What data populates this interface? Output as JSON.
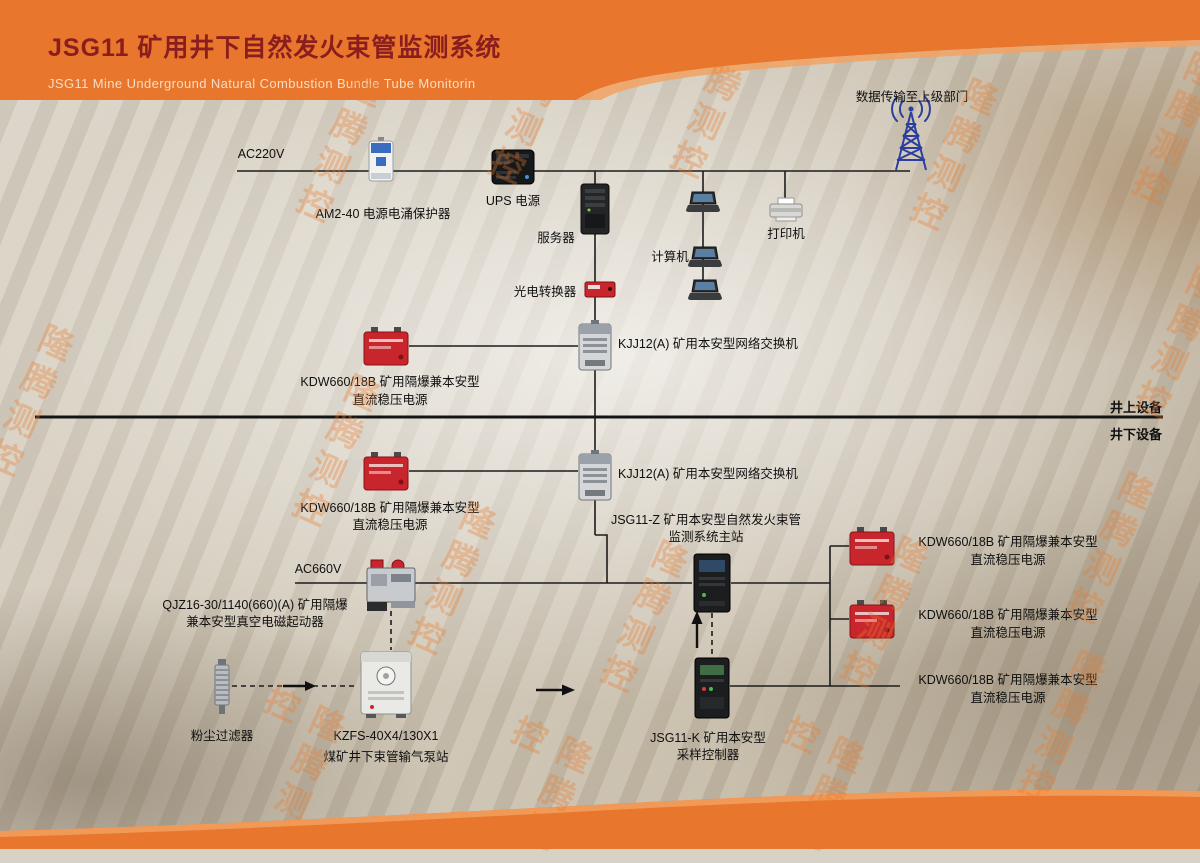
{
  "header": {
    "title": "JSG11 矿用井下自然发火束管监测系统",
    "subtitle": "JSG11 Mine Underground Natural Combustion Bundle Tube Monitorin"
  },
  "watermark": "隆腾测控",
  "colors": {
    "accent_orange": "#e8762c",
    "title_maroon": "#8a1e1e",
    "device_red": "#c9252c",
    "antenna_blue": "#2b3f9e",
    "line_black": "#1c1c1c"
  },
  "zones": {
    "surface": "井上设备",
    "underground": "井下设备"
  },
  "nodes": {
    "antenna": {
      "label": "数据传输至上级部门"
    },
    "ac220v": {
      "label": "AC220V"
    },
    "surge": {
      "label": "AM2-40 电源电涌保护器"
    },
    "ups": {
      "label": "UPS 电源"
    },
    "server": {
      "label": "服务器"
    },
    "computer": {
      "label": "计算机"
    },
    "printer": {
      "label": "打印机"
    },
    "converter": {
      "label": "光电转换器"
    },
    "switch_surface": {
      "label": "KJJ12(A) 矿用本安型网络交换机"
    },
    "kdw_surface": {
      "line1": "KDW660/18B 矿用隔爆兼本安型",
      "line2": "直流稳压电源"
    },
    "switch_underground": {
      "label": "KJJ12(A) 矿用本安型网络交换机"
    },
    "kdw_underground": {
      "line1": "KDW660/18B 矿用隔爆兼本安型",
      "line2": "直流稳压电源"
    },
    "main_station": {
      "line1": "JSG11-Z 矿用本安型自然发火束管",
      "line2": "监测系统主站"
    },
    "ac660v": {
      "label": "AC660V"
    },
    "starter": {
      "line1": "QJZ16-30/1140(660)(A) 矿用隔爆",
      "line2": "兼本安型真空电磁起动器"
    },
    "dust_filter": {
      "label": "粉尘过滤器"
    },
    "pump": {
      "line1": "KZFS-40X4/130X1",
      "line2": "煤矿井下束管输气泵站"
    },
    "sampler": {
      "line1": "JSG11-K 矿用本安型",
      "line2": "采样控制器"
    },
    "kdw_right1": {
      "line1": "KDW660/18B 矿用隔爆兼本安型",
      "line2": "直流稳压电源"
    },
    "kdw_right2": {
      "line1": "KDW660/18B 矿用隔爆兼本安型",
      "line2": "直流稳压电源"
    },
    "kdw_right3": {
      "line1": "KDW660/18B 矿用隔爆兼本安型",
      "line2": "直流稳压电源"
    }
  }
}
